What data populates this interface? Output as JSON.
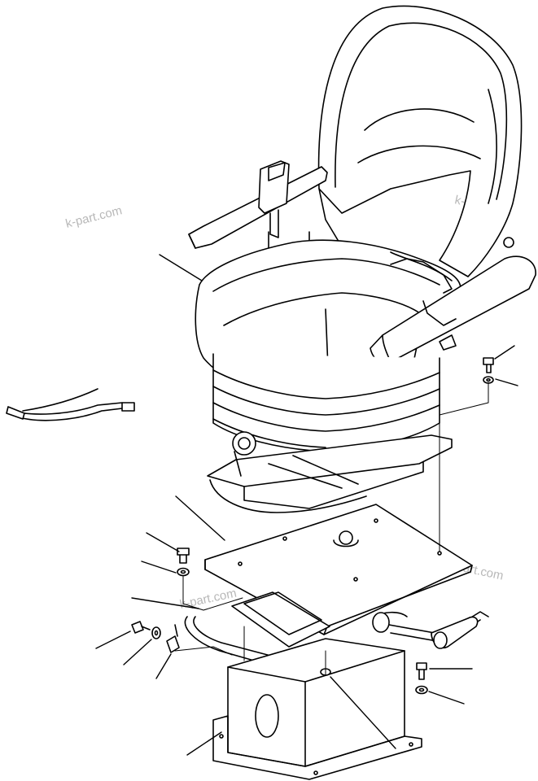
{
  "watermarks": [
    "k-part.com",
    "k-part.com",
    "k-part.com",
    "k-part.com"
  ],
  "colors": {
    "line": "#000000",
    "background": "#ffffff",
    "watermark": "#b8b8b8"
  }
}
